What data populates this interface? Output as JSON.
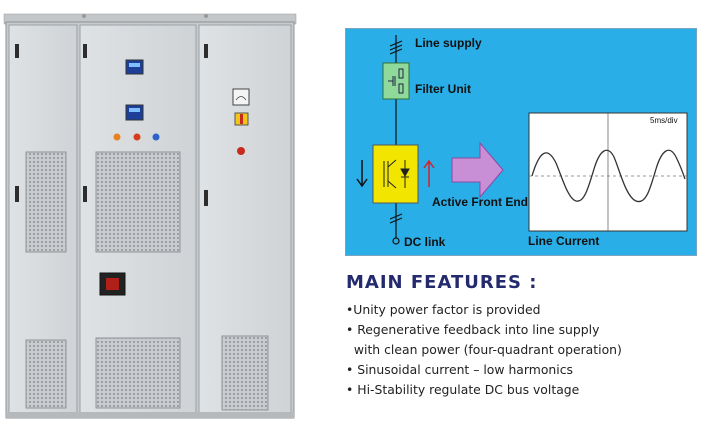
{
  "diagram": {
    "line_supply": "Line supply",
    "filter_unit": "Filter Unit",
    "active_front_end": "Active Front End",
    "dc_link": "DC link",
    "line_current": "Line Current",
    "time_scale": "5ms/div"
  },
  "features": {
    "heading": "MAIN FEATURES :",
    "items": [
      "•Unity power factor is provided",
      "• Regenerative feedback into line supply",
      "  with clean power (four-quadrant operation)",
      "• Sinusoidal current – low harmonics",
      "• Hi-Stability regulate DC bus voltage"
    ]
  },
  "colors": {
    "cabinet": "#d5d8da",
    "diagram_bg": "#2aaee7",
    "filter_unit": "#8fd99a",
    "active_front_end_block": "#f2e600",
    "arrow": "#c98fd6",
    "heading": "#232a6e"
  }
}
